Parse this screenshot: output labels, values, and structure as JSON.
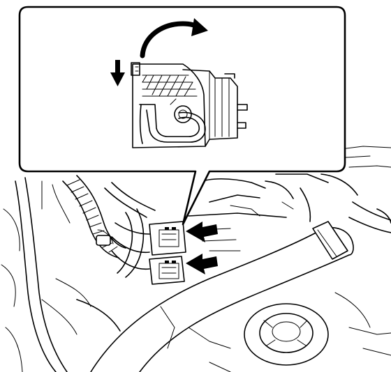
{
  "illustration": {
    "colors": {
      "line": "#000000",
      "background": "#ffffff"
    },
    "callout_arrows": [
      {
        "name": "upper-connector-arrow"
      },
      {
        "name": "lower-connector-arrow"
      }
    ],
    "inset_arrows": [
      {
        "name": "rotate-lever-arrow"
      },
      {
        "name": "push-down-arrow"
      }
    ]
  }
}
